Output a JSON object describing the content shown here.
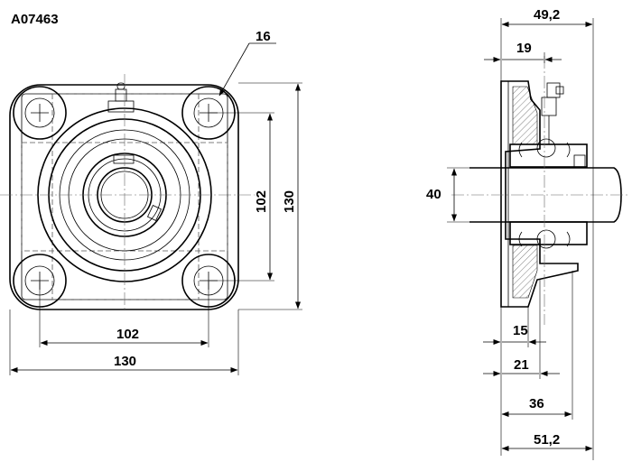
{
  "part_code": "A07463",
  "front_view": {
    "hole_diameter": "16",
    "bolt_spacing_vertical": "102",
    "height_overall": "130",
    "bolt_spacing_horizontal": "102",
    "width_overall": "130"
  },
  "side_view": {
    "top_total": "49,2",
    "top_offset": "19",
    "shaft_diameter": "40",
    "flange_thickness": "15",
    "dim_21": "21",
    "dim_36": "36",
    "bottom_total": "51,2"
  }
}
